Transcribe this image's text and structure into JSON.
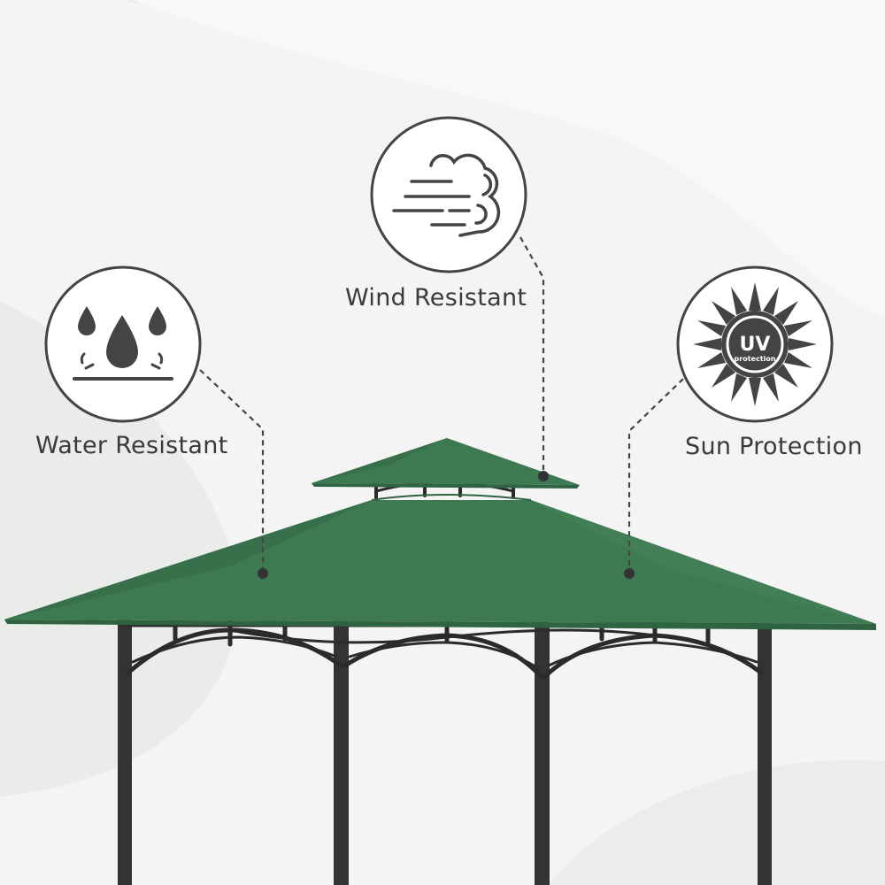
{
  "features": {
    "water": {
      "label": "Water Resistant",
      "icon": "water-drops-icon"
    },
    "wind": {
      "label": "Wind Resistant",
      "icon": "wind-icon"
    },
    "sun": {
      "label": "Sun Protection",
      "icon": "uv-sun-icon",
      "badge_title": "UV",
      "badge_sub": "protection"
    }
  },
  "colors": {
    "background": "#f3f4f3",
    "canopy": "#3d7a52",
    "canopy_dark": "#2f6443",
    "frame": "#2b2b2b",
    "icon": "#444444"
  }
}
